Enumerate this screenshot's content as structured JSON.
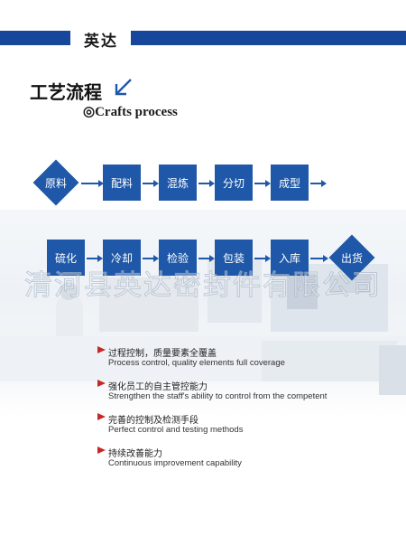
{
  "header": {
    "title": "英达"
  },
  "section": {
    "title_zh": "工艺流程",
    "subtitle": "◎Crafts process"
  },
  "flow_row1": [
    "原料",
    "配料",
    "混炼",
    "分切",
    "成型"
  ],
  "flow_row2": [
    "硫化",
    "冷却",
    "检验",
    "包装",
    "入库",
    "出货"
  ],
  "watermark": "清河县英达密封件有限公司",
  "bullets": [
    {
      "zh": "过程控制，质量要素全覆盖",
      "en": "Process control, quality elements full coverage"
    },
    {
      "zh": "强化员工的自主管控能力",
      "en": "Strengthen the staff's ability to control from the competent"
    },
    {
      "zh": "完善的控制及检测手段",
      "en": "Perfect control and testing methods"
    },
    {
      "zh": "持续改善能力",
      "en": "Continuous improvement capability"
    }
  ],
  "colors": {
    "brand_blue": "#1f58a8",
    "header_blue": "#17479a",
    "bullet_red": "#c62828"
  }
}
